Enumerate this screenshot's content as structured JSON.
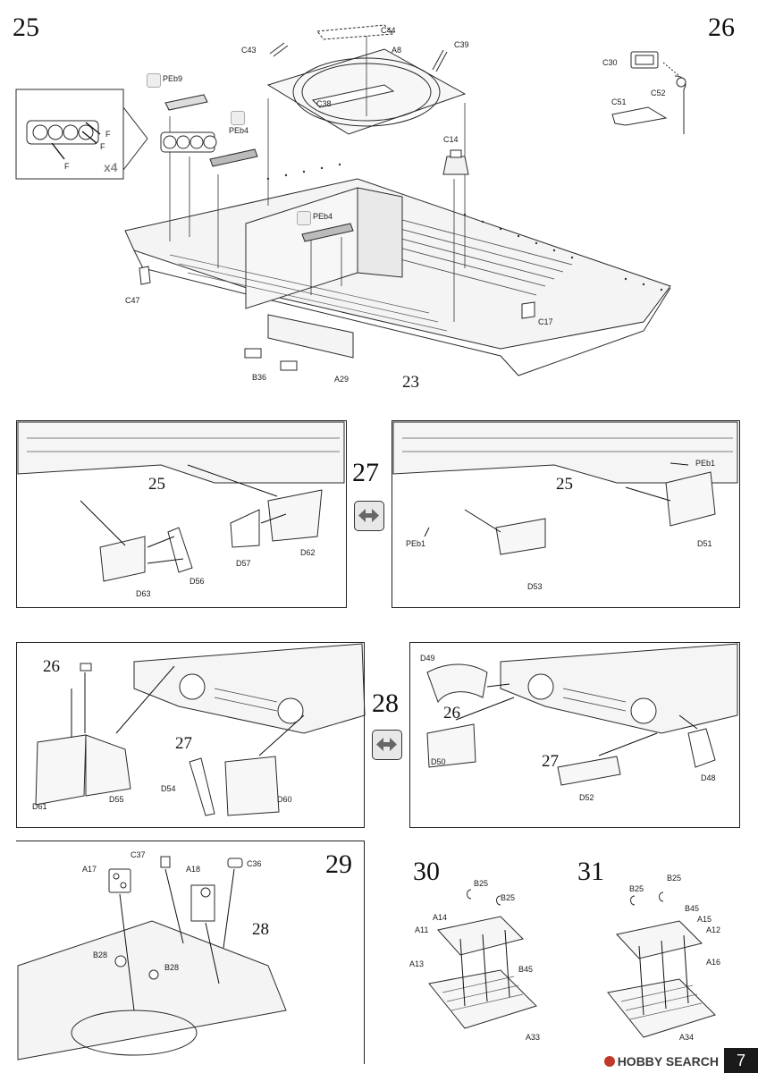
{
  "steps": {
    "s25": "25",
    "s26": "26",
    "s27": "27",
    "s28": "28",
    "s29": "29",
    "s30": "30",
    "s31": "31"
  },
  "step25": {
    "multiplier": "x4",
    "labels": {
      "C44": "C44",
      "C43": "C43",
      "A8": "A8",
      "C39": "C39",
      "C38": "C38",
      "PEb9": "PEb9",
      "PEb4a": "PEb4",
      "PEb4b": "PEb4",
      "F1": "F",
      "F2": "F",
      "F3": "F",
      "C14": "C14",
      "C47": "C47",
      "C17": "C17",
      "B36": "B36",
      "A29": "A29",
      "ref23": "23"
    }
  },
  "step26": {
    "labels": {
      "C30": "C30",
      "C52": "C52",
      "C51": "C51"
    }
  },
  "step27": {
    "left": {
      "ref25": "25",
      "D63": "D63",
      "D56": "D56",
      "D57": "D57",
      "D62": "D62"
    },
    "right": {
      "ref25": "25",
      "PEb1a": "PEb1",
      "PEb1b": "PEb1",
      "D51": "D51",
      "D53": "D53"
    }
  },
  "step28": {
    "left": {
      "ref26": "26",
      "ref27": "27",
      "D61": "D61",
      "D55": "D55",
      "D54": "D54",
      "D60": "D60"
    },
    "right": {
      "D49": "D49",
      "ref26": "26",
      "ref27": "27",
      "D50": "D50",
      "D52": "D52",
      "D48": "D48"
    }
  },
  "step29": {
    "labels": {
      "C37": "C37",
      "C36": "C36",
      "A17": "A17",
      "A18": "A18",
      "B28a": "B28",
      "B28b": "B28",
      "ref28": "28"
    }
  },
  "step30": {
    "labels": {
      "B25a": "B25",
      "B25b": "B25",
      "A14": "A14",
      "A11": "A11",
      "A13": "A13",
      "B45": "B45",
      "A33": "A33"
    }
  },
  "step31": {
    "labels": {
      "B25a": "B25",
      "B25b": "B25",
      "B45": "B45",
      "A15": "A15",
      "A12": "A12",
      "A16": "A16",
      "A34": "A34"
    }
  },
  "footer": {
    "page_number": "7",
    "watermark": "HOBBY SEARCH"
  }
}
